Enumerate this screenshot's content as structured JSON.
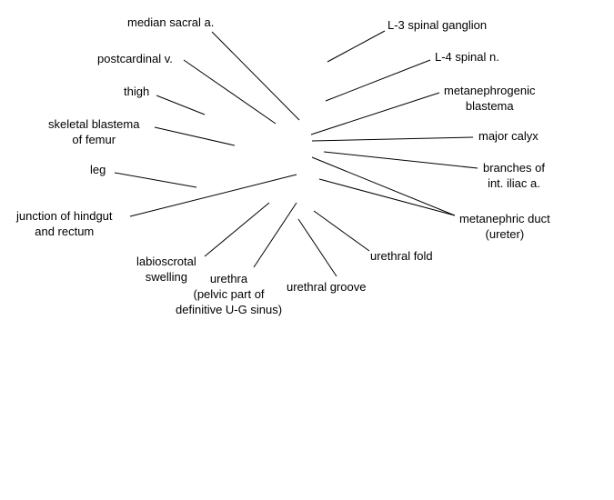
{
  "labels": {
    "median_sacral": [
      "median sacral a."
    ],
    "postcardinal": [
      "postcardinal v."
    ],
    "thigh": [
      "thigh"
    ],
    "skeletal_blastema": [
      "skeletal blastema",
      "of femur"
    ],
    "leg": [
      "leg"
    ],
    "junction": [
      "junction of hindgut",
      "and rectum"
    ],
    "labioscrotal": [
      "labioscrotal",
      "swelling"
    ],
    "urethra": [
      "urethra",
      "(pelvic part of",
      "definitive U-G sinus)"
    ],
    "urethral_groove": [
      "urethral groove"
    ],
    "urethral_fold": [
      "urethral fold"
    ],
    "metanephric_duct": [
      "metanephric duct",
      "(ureter)"
    ],
    "branches": [
      "branches of",
      "int. iliac a."
    ],
    "major_calyx": [
      "major calyx"
    ],
    "metanephrogenic": [
      "metanephrogenic",
      "blastema"
    ],
    "l4": [
      "L-4 spinal n."
    ],
    "l3": [
      "L-3 spinal ganglion"
    ]
  }
}
